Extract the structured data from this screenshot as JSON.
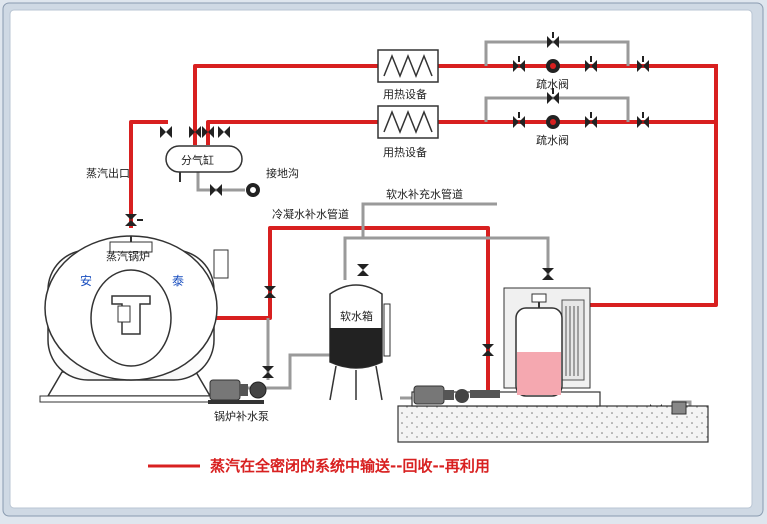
{
  "labels": {
    "steam_outlet": "蒸汽出口",
    "steam_boiler": "蒸汽锅炉",
    "boiler_brand_left": "安",
    "boiler_brand_right": "泰",
    "distributor": "分气缸",
    "ground_drain": "接地沟",
    "heat_equipment_1": "用热设备",
    "heat_equipment_2": "用热设备",
    "trap_1": "疏水阀",
    "trap_2": "疏水阀",
    "soft_water_pipe": "软水补充水管道",
    "condensate_pipe": "冷凝水补水管道",
    "soft_water_tank": "软水箱",
    "feed_pump": "锅炉补水泵"
  },
  "legend": {
    "text": "蒸汽在全密闭的系统中输送--回收--再利用",
    "color": "#d82020"
  },
  "colors": {
    "steam_pipe": "#d82020",
    "water_pipe": "#9a9a9a",
    "background": "#ffffff"
  }
}
